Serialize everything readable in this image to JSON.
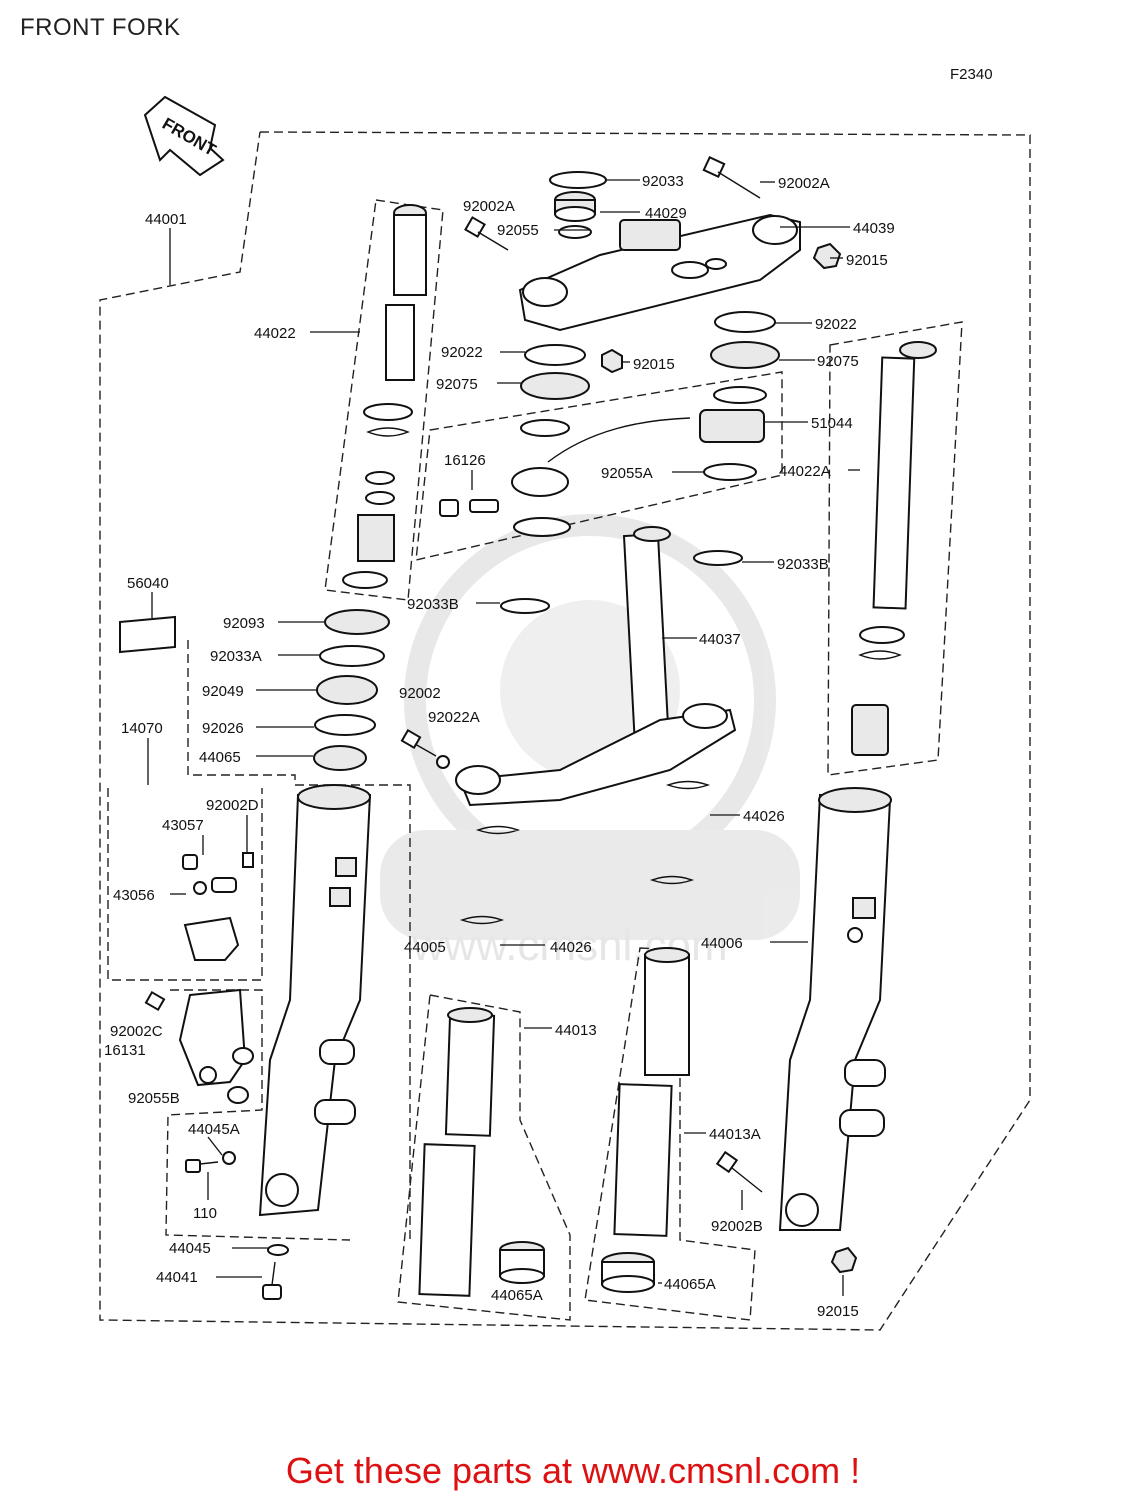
{
  "title": "FRONT FORK",
  "diagram_code": "F2340",
  "front_arrow_label": "FRONT",
  "watermark": "www.cmsnl.com",
  "footer": "Get these parts at www.cmsnl.com !",
  "colors": {
    "footer": "#dd1111",
    "ink": "#111111"
  },
  "part_labels": [
    {
      "id": "44001",
      "text": "44001"
    },
    {
      "id": "92033-top",
      "text": "92033"
    },
    {
      "id": "92002A-right",
      "text": "92002A"
    },
    {
      "id": "92002A-left",
      "text": "92002A"
    },
    {
      "id": "44029",
      "text": "44029"
    },
    {
      "id": "44039",
      "text": "44039"
    },
    {
      "id": "92055",
      "text": "92055"
    },
    {
      "id": "92015-top",
      "text": "92015"
    },
    {
      "id": "44022",
      "text": "44022"
    },
    {
      "id": "92022-right",
      "text": "92022"
    },
    {
      "id": "92022-left",
      "text": "92022"
    },
    {
      "id": "92015-mid",
      "text": "92015"
    },
    {
      "id": "92075-right",
      "text": "92075"
    },
    {
      "id": "92075-left",
      "text": "92075"
    },
    {
      "id": "51044",
      "text": "51044"
    },
    {
      "id": "16126",
      "text": "16126"
    },
    {
      "id": "92055A",
      "text": "92055A"
    },
    {
      "id": "44022A",
      "text": "44022A"
    },
    {
      "id": "92033B-right",
      "text": "92033B"
    },
    {
      "id": "56040",
      "text": "56040"
    },
    {
      "id": "92033B-left",
      "text": "92033B"
    },
    {
      "id": "92093",
      "text": "92093"
    },
    {
      "id": "44037",
      "text": "44037"
    },
    {
      "id": "92033A",
      "text": "92033A"
    },
    {
      "id": "92049",
      "text": "92049"
    },
    {
      "id": "92002",
      "text": "92002"
    },
    {
      "id": "92022A",
      "text": "92022A"
    },
    {
      "id": "92026",
      "text": "92026"
    },
    {
      "id": "14070",
      "text": "14070"
    },
    {
      "id": "44065",
      "text": "44065"
    },
    {
      "id": "92002D",
      "text": "92002D"
    },
    {
      "id": "43057",
      "text": "43057"
    },
    {
      "id": "44026-upper",
      "text": "44026"
    },
    {
      "id": "43056",
      "text": "43056"
    },
    {
      "id": "44005",
      "text": "44005"
    },
    {
      "id": "44026-lower",
      "text": "44026"
    },
    {
      "id": "44006",
      "text": "44006"
    },
    {
      "id": "44013",
      "text": "44013"
    },
    {
      "id": "92002C",
      "text": "92002C"
    },
    {
      "id": "16131",
      "text": "16131"
    },
    {
      "id": "92055B",
      "text": "92055B"
    },
    {
      "id": "44045A",
      "text": "44045A"
    },
    {
      "id": "44013A",
      "text": "44013A"
    },
    {
      "id": "110",
      "text": "110"
    },
    {
      "id": "92002B",
      "text": "92002B"
    },
    {
      "id": "44045",
      "text": "44045"
    },
    {
      "id": "44041",
      "text": "44041"
    },
    {
      "id": "44065A-left",
      "text": "44065A"
    },
    {
      "id": "44065A-right",
      "text": "44065A"
    },
    {
      "id": "92015-bottom",
      "text": "92015"
    }
  ]
}
